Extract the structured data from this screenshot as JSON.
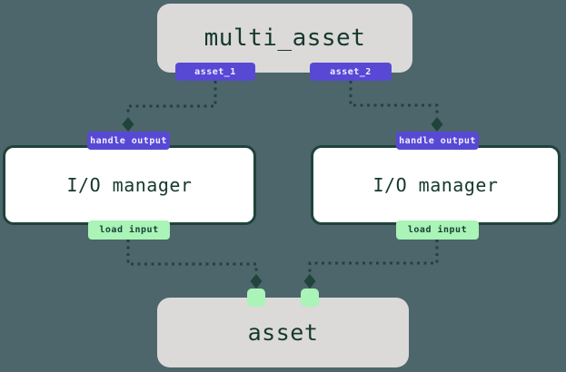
{
  "colors": {
    "background": "#4c666c",
    "dark_green": "#20433b",
    "text_green": "#16382f",
    "node_gray": "#dbdad8",
    "io_node_white": "#ffffff",
    "badge_purple": "#5749d4",
    "badge_purple_text": "#f1efff",
    "badge_mint": "#a9f4b6",
    "badge_mint_text": "#1b4138"
  },
  "nodes": {
    "multi_asset": {
      "label": "multi_asset",
      "outputs": [
        "asset_1",
        "asset_2"
      ]
    },
    "io_manager_left": {
      "label": "I/O manager",
      "top_badge": "handle output",
      "bottom_badge": "load input"
    },
    "io_manager_right": {
      "label": "I/O manager",
      "top_badge": "handle output",
      "bottom_badge": "load input"
    },
    "asset": {
      "label": "asset"
    }
  }
}
